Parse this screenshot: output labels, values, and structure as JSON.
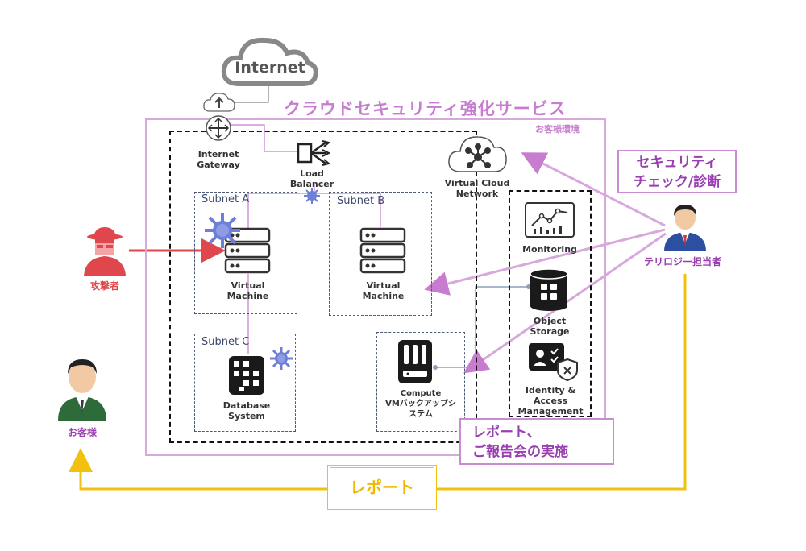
{
  "internet": {
    "label": "Internet"
  },
  "service_title": "クラウドセキュリティ強化サービス",
  "customer_env_label": "お客様環境",
  "internet_gateway": {
    "label": "Internet\nGateway"
  },
  "load_balancer": {
    "label": "Load\nBalancer"
  },
  "virtual_cloud_network": {
    "label": "Virtual Cloud\nNetwork"
  },
  "subnets": {
    "a": {
      "label": "Subnet A",
      "node_label": "Virtual\nMachine"
    },
    "b": {
      "label": "Subnet B",
      "node_label": "Virtual\nMachine"
    },
    "c": {
      "label": "Subnet C",
      "node_label": "Database\nSystem"
    }
  },
  "compute_backup": {
    "label": "Compute\nVMバックアップシ\nステム"
  },
  "services": {
    "monitoring": "Monitoring",
    "object_storage": "Object\nStorage",
    "identity": "Identity & Access\nManagement"
  },
  "attacker": {
    "label": "攻撃者"
  },
  "customer": {
    "label": "お客様"
  },
  "terilogy": {
    "label": "テリロジー担当者"
  },
  "callouts": {
    "security_check": "セキュリティ\nチェック/診断",
    "report_meeting": "レポート、\nご報告会の実施"
  },
  "report_label": "レポート",
  "colors": {
    "purple": "#c77ccf",
    "attack_red": "#e0474c",
    "report_yellow": "#f2c011",
    "line_gray": "#7a8fa8"
  }
}
